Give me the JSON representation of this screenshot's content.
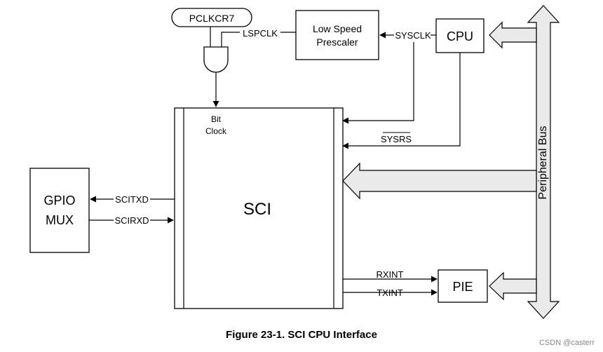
{
  "blocks": {
    "sci": "SCI",
    "gpio_line1": "GPIO",
    "gpio_line2": "MUX",
    "prescaler_line1": "Low Speed",
    "prescaler_line2": "Prescaler",
    "cpu": "CPU",
    "pie": "PIE",
    "pclkcr7": "PCLKCR7",
    "bit_clock_line1": "Bit",
    "bit_clock_line2": "Clock"
  },
  "signals": {
    "lspclk": "LSPCLK",
    "sysclk": "SYSCLK",
    "sysrs": "SYSRS",
    "scitxd": "SCITXD",
    "scirxd": "SCIRXD",
    "rxint": "RXINT",
    "txint": "TXINT"
  },
  "bus": {
    "label": "Peripheral Bus"
  },
  "caption": "Figure 23-1. SCI CPU Interface",
  "watermark": "CSDN @casterr"
}
